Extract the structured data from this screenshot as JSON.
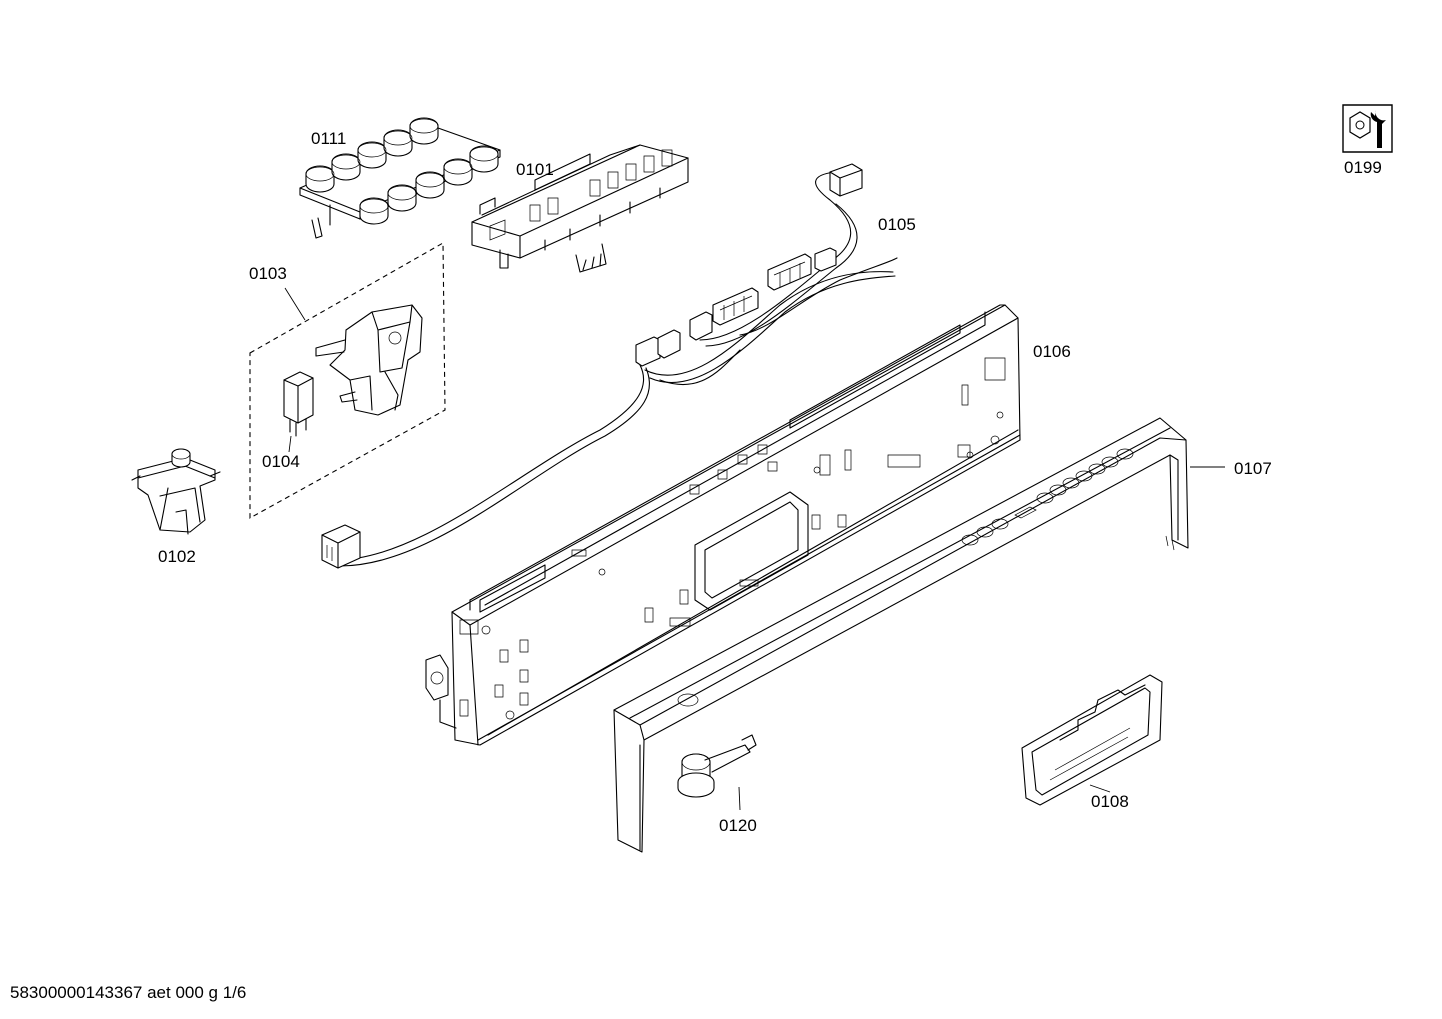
{
  "diagram": {
    "part_labels": [
      {
        "id": "0111",
        "text": "0111"
      },
      {
        "id": "0101",
        "text": "0101"
      },
      {
        "id": "0105",
        "text": "0105"
      },
      {
        "id": "0103",
        "text": "0103"
      },
      {
        "id": "0104",
        "text": "0104"
      },
      {
        "id": "0102",
        "text": "0102"
      },
      {
        "id": "0106",
        "text": "0106"
      },
      {
        "id": "0107",
        "text": "0107"
      },
      {
        "id": "0108",
        "text": "0108"
      },
      {
        "id": "0120",
        "text": "0120"
      },
      {
        "id": "0199",
        "text": "0199"
      }
    ],
    "footer": "58300000143367 aet 000 g 1/6",
    "tool_icon": "bolt-and-wrench-icon"
  }
}
